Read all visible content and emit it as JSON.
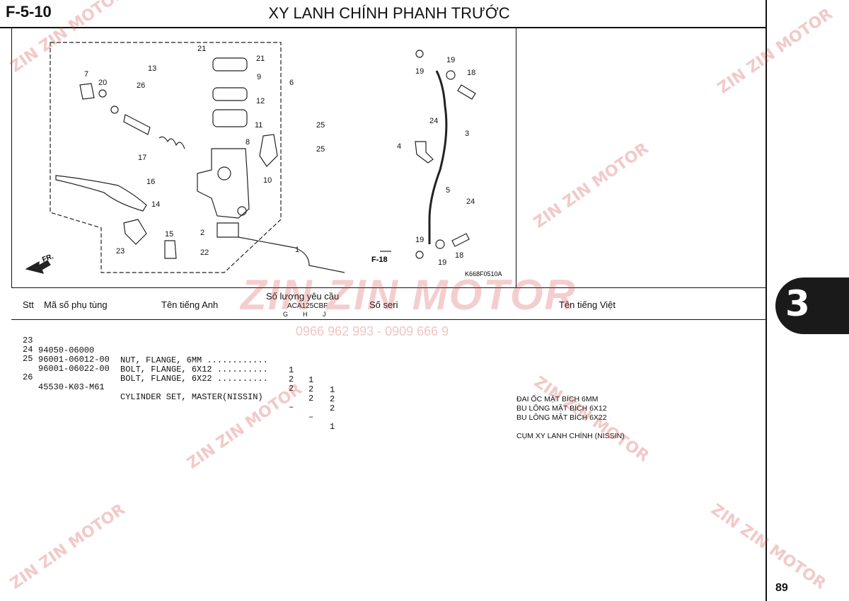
{
  "header": {
    "section_code": "F-5-10",
    "title": "XY LANH CHÍNH PHANH TRƯỚC"
  },
  "diagram": {
    "fr_label": "FR.",
    "ref_label": "F-18",
    "code": "K668F0510A",
    "callouts": [
      "21",
      "21",
      "9",
      "13",
      "6",
      "7",
      "20",
      "26",
      "12",
      "11",
      "8",
      "25",
      "25",
      "10",
      "17",
      "16",
      "14",
      "15",
      "2",
      "23",
      "22",
      "1",
      "19",
      "19",
      "18",
      "3",
      "24",
      "4",
      "5",
      "24",
      "19",
      "18",
      "19"
    ]
  },
  "columns": {
    "stt": "Stt",
    "part_no": "Mã số phụ tùng",
    "en_name": "Tên tiếng Anh",
    "qty": "Số lượng yêu cầu",
    "model": "ACA125CBF",
    "variants": [
      "G",
      "H",
      "J"
    ],
    "serial": "Số seri",
    "vi_name": "Tên tiếng Việt"
  },
  "parts": [
    {
      "stt": "23",
      "part_no": "94050-06000",
      "en": "NUT, FLANGE, 6MM ............",
      "g": "1",
      "h": "1",
      "j": "1",
      "vi": "ĐAI ỐC MẶT BÍCH 6MM"
    },
    {
      "stt": "24",
      "part_no": "96001-06012-00",
      "en": "BOLT, FLANGE, 6X12 ..........",
      "g": "2",
      "h": "2",
      "j": "2",
      "vi": "BU LÔNG MẶT BÍCH 6X12"
    },
    {
      "stt": "25",
      "part_no": "96001-06022-00",
      "en": "BOLT, FLANGE, 6X22 ..........",
      "g": "2",
      "h": "2",
      "j": "2",
      "vi": "BU LÔNG MẶT BÍCH 6X22"
    },
    {
      "stt": "26",
      "part_no": "45530-K03-M61",
      "en": "CYLINDER SET, MASTER(NISSIN)",
      "g": "–",
      "h": "–",
      "j": "1",
      "vi": "CỤM XY LANH CHÍNH (NISSIN)"
    }
  ],
  "tab_number": "3",
  "page_number": "89",
  "watermark": {
    "brand": "ZIN ZIN MOTOR",
    "phone": "0966 962 993 - 0909 666 9"
  }
}
